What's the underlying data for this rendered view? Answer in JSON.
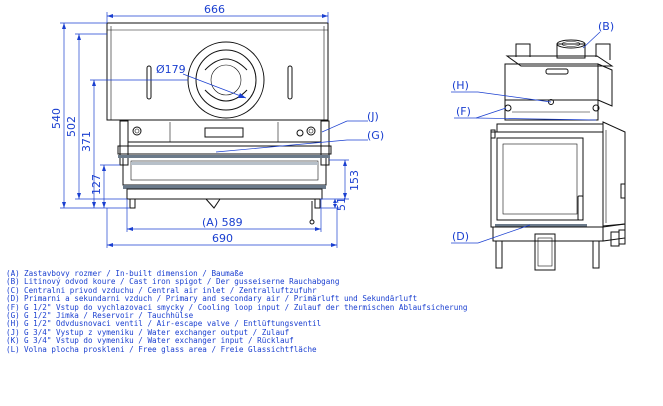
{
  "dimensions": {
    "width_top": "666",
    "diameter": "Ø179",
    "height_540": "540",
    "height_502": "502",
    "height_371": "371",
    "height_127": "127",
    "height_153": "153",
    "height_51": "51",
    "width_589": "(A) 589",
    "width_690": "690"
  },
  "callouts": {
    "B": "(B)",
    "H": "(H)",
    "F": "(F)",
    "D": "(D)",
    "J": "(J)",
    "G": "(G)"
  },
  "legend": [
    {
      "key": "(A)",
      "text": "Zastavbovy rozmer / In-built dimension / Baumaße"
    },
    {
      "key": "(B)",
      "text": "Litinový odvod koure / Cast iron spigot / Der gusseiserne Rauchabgang"
    },
    {
      "key": "(C)",
      "text": "Centralni privod vzduchu / Central air inlet / Zentralluftzufuhr"
    },
    {
      "key": "(D)",
      "text": "Primarni a sekundarni vzduch / Primary and secondary air / Primärluft und Sekundärluft"
    },
    {
      "key": "(F)",
      "text": "G 1/2\" Vstup do vychlazovaci smycky / Cooling loop input / Zulauf der thermischen Ablaufsicherung"
    },
    {
      "key": "(G)",
      "text": "G 1/2\" Jimka / Reservoir / Tauchhülse"
    },
    {
      "key": "(H)",
      "text": "G 1/2\" Odvdusnovaci ventil / Air-escape valve / Entlüftungsventil"
    },
    {
      "key": "(J)",
      "text": "G 3/4\" Vystup z vymeniku / Water exchanger output / Zulauf"
    },
    {
      "key": "(K)",
      "text": "G 3/4\" Vstup do vymeniku / Water exchanger input / Rücklauf"
    },
    {
      "key": "(L)",
      "text": "Volna plocha proskleni / Free glass area / Freie Glassichtfläche"
    }
  ]
}
